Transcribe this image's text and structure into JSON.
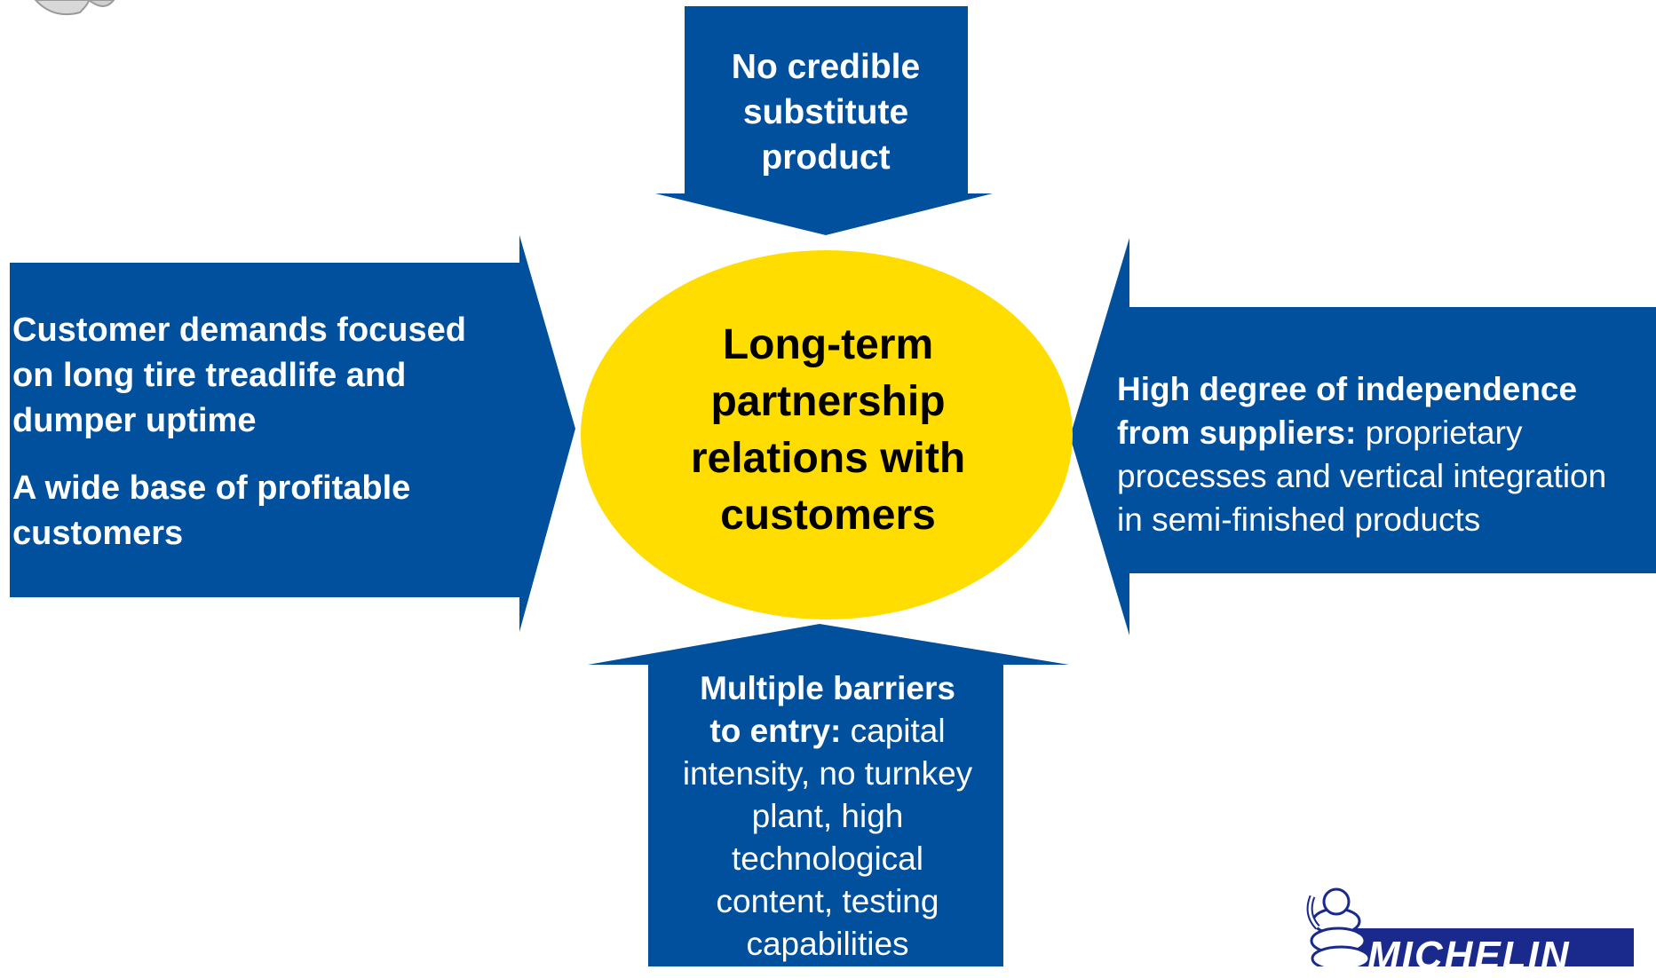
{
  "center": {
    "lines": [
      "Long-term",
      "partnership",
      "relations with",
      "customers"
    ]
  },
  "top_arrow": {
    "lines": [
      "No credible",
      "substitute",
      "product"
    ]
  },
  "left_arrow": {
    "para1": [
      "Customer demands focused",
      "on long tire treadlife and",
      "dumper uptime"
    ],
    "para2": [
      "A wide base of profitable",
      "customers"
    ]
  },
  "right_arrow": {
    "bold_line1": "High degree of independence",
    "bold_line2": "from suppliers:",
    "rest_line2": " proprietary",
    "line3": "processes and vertical integration",
    "line4": "in semi-finished products"
  },
  "bottom_arrow": {
    "bold_line1": "Multiple barriers",
    "bold_line2": "to entry:",
    "rest_line2": " capital",
    "lines": [
      "intensity, no turnkey",
      "plant, high",
      "technological",
      "content, testing",
      "capabilities"
    ]
  },
  "logo": {
    "text": "MICHELIN"
  },
  "colors": {
    "arrow": "#00509E",
    "ellipse": "#FFDD00",
    "logo_bg": "#1A2A8C"
  }
}
